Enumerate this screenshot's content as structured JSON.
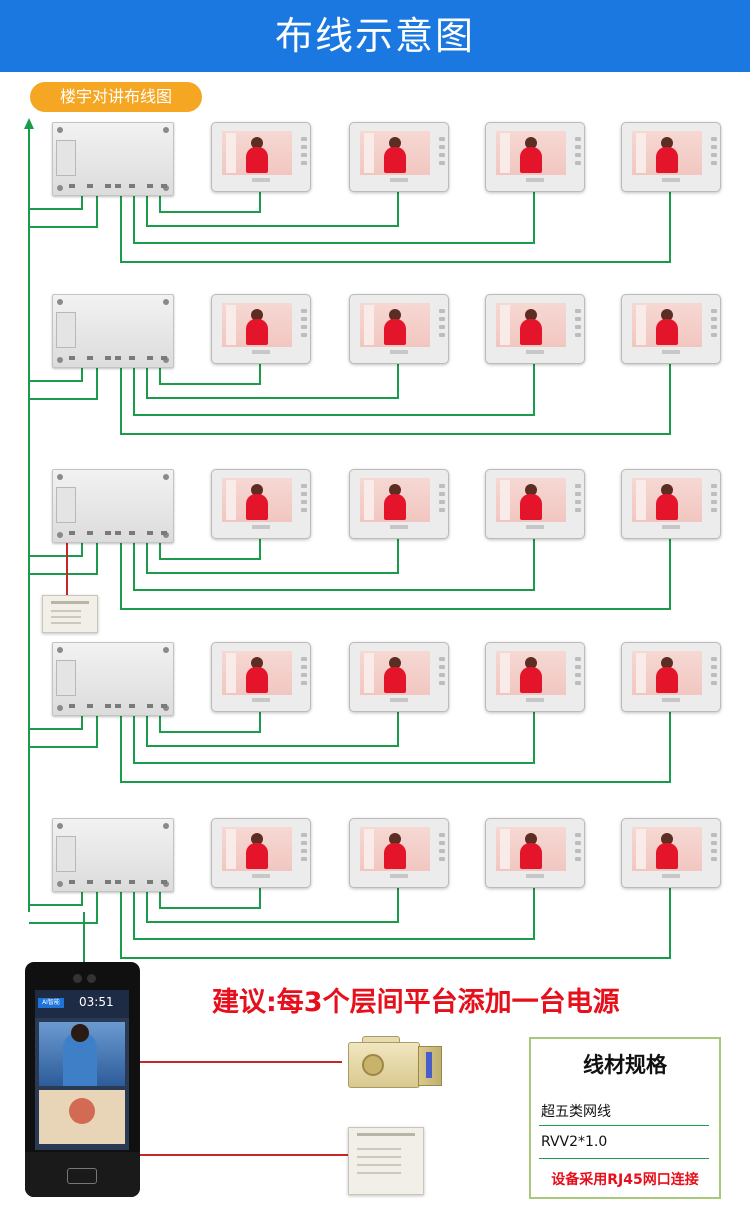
{
  "header": {
    "title": "布线示意图"
  },
  "tag": {
    "label": "楼宇对讲布线图"
  },
  "advice": {
    "text": "建议:每3个层间平台添加一台电源"
  },
  "face_terminal": {
    "time": "03:51",
    "brand": "AI智能"
  },
  "spec": {
    "title": "线材规格",
    "rows": [
      "超五类网线",
      "RVV2*1.0"
    ],
    "note": "设备采用RJ45网口连接"
  },
  "colors": {
    "header": "#1b78e0",
    "tag": "#f5a623",
    "wire": "#1a9c4a",
    "power_wire": "#c62828",
    "advice": "#e60f1b"
  },
  "icons": [
    "arrow-up-icon"
  ],
  "floors": 5,
  "monitors_per_floor": 4
}
